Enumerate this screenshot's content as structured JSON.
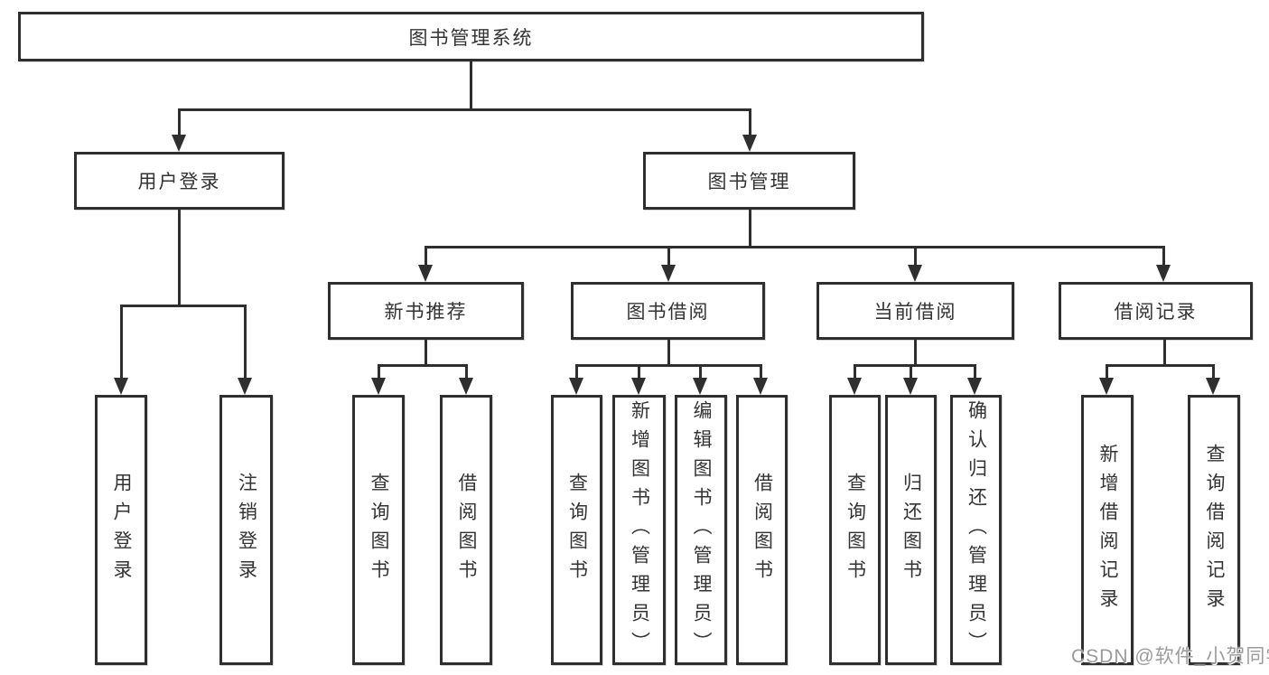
{
  "diagram_title": "图书管理系统",
  "nodes": {
    "root": "图书管理系统",
    "user_login": "用户登录",
    "book_mgmt": "图书管理",
    "new_book": "新书推荐",
    "book_borrow": "图书借阅",
    "current_borrow": "当前借阅",
    "borrow_record": "借阅记录",
    "user_login_child_1": "用户登录",
    "user_login_child_2": "注销登录",
    "new_book_child_1": "查询图书",
    "new_book_child_2": "借阅图书",
    "book_borrow_child_1": "查询图书",
    "book_borrow_child_2": "新增图书（管理员）",
    "book_borrow_child_3": "编辑图书（管理员）",
    "book_borrow_child_4": "借阅图书",
    "current_borrow_child_1": "查询图书",
    "current_borrow_child_2": "归还图书",
    "current_borrow_child_3": "确认归还（管理员）",
    "borrow_record_child_1": "新增借阅记录",
    "borrow_record_child_2": "查询借阅记录"
  },
  "watermark": "CSDN @软件_小贺同学",
  "colors": {
    "line": "#2f2f2f",
    "text": "#333333",
    "background": "#ffffff",
    "watermark": "#9b9b9b"
  }
}
